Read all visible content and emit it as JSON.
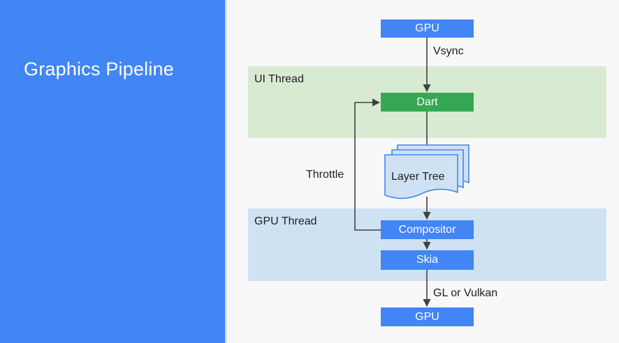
{
  "title": "Graphics Pipeline",
  "zones": {
    "ui_thread": "UI Thread",
    "gpu_thread": "GPU Thread"
  },
  "nodes": {
    "gpu_top": "GPU",
    "dart": "Dart",
    "layer_tree": "Layer Tree",
    "compositor": "Compositor",
    "skia": "Skia",
    "gpu_bottom": "GPU"
  },
  "edge_labels": {
    "vsync": "Vsync",
    "throttle": "Throttle",
    "gl_or_vulkan": "GL or Vulkan"
  },
  "colors": {
    "sidebar": "#4285f4",
    "node_blue": "#4285f4",
    "node_green": "#34a853",
    "ui_zone": "#d9ead3",
    "gpu_zone": "#cfe2f3",
    "layer_tree_fill": "#cfe2f3",
    "layer_tree_stroke": "#4285f4"
  }
}
